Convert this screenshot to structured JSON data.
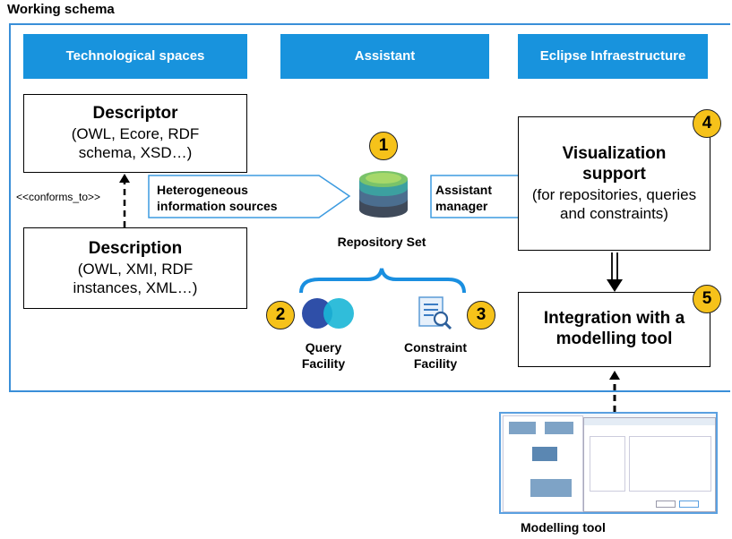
{
  "title": "Working schema",
  "headers": {
    "tech": "Technological spaces",
    "assistant": "Assistant",
    "eclipse": "Eclipse Infraestructure"
  },
  "descriptor": {
    "title": "Descriptor",
    "sub": "(OWL, Ecore, RDF schema, XSD…)"
  },
  "conforms": "<<conforms_to>>",
  "description": {
    "title": "Description",
    "sub": "(OWL, XMI, RDF instances, XML…)"
  },
  "hetero": "Heterogeneous information sources",
  "repo": {
    "badge": "1",
    "label": "Repository Set"
  },
  "assistant_manager": "Assistant manager",
  "query": {
    "badge": "2",
    "label": "Query Facility"
  },
  "constraint": {
    "badge": "3",
    "label": "Constraint Facility"
  },
  "visual": {
    "badge": "4",
    "title": "Visualization support",
    "sub": "(for repositories, queries and constraints)"
  },
  "integration": {
    "badge": "5",
    "title": "Integration with a modelling tool"
  },
  "modelling_tool": "Modelling tool",
  "colors": {
    "accent": "#1893dd",
    "badge": "#f6c21a",
    "frame": "#3a8fd8"
  }
}
